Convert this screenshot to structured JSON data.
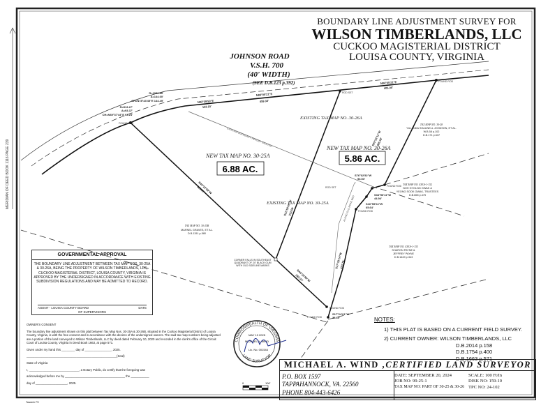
{
  "title": {
    "line1": "BOUNDARY LINE ADJUSTMENT SURVEY FOR",
    "line2": "WILSON TIMBERLANDS, LLC",
    "line3": "CUCKOO MAGISTERIAL DISTRICT",
    "line4": "LOUISA COUNTY, VIRGINIA"
  },
  "margin_note": "MERIDIAN OF DEED BOOK 1116 PAGE 239",
  "road": {
    "name": "JOHNSON ROAD",
    "route": "V.S.H. 700",
    "width": "(40' WIDTH)",
    "ref": "(SEE D.B.123 p.392)"
  },
  "curves": {
    "c1": [
      "R=1052.80'",
      "A=144.60'",
      "CH=N78°43'45\"E  144.49'"
    ],
    "c2": [
      "R=513.27'",
      "A=93.37'",
      "CH=N69°37'44\"E  93.24'"
    ]
  },
  "bearings": {
    "road1": "N82°39'50\"E",
    "road1_dist": "153.15'",
    "road2": "N84°05'21\"E",
    "road2_dist": "459.33'",
    "road3": "N84°05'21\"E",
    "road3_dist": "405.00'",
    "west": "N44°22'58\"W",
    "west_dist": "623.57'",
    "west2": "N44°22'58\"W",
    "west2_dist": "283.37'",
    "mid": "S21°50'45\"W",
    "mid_dist": "313.58'",
    "east": "S25°23'11\"W",
    "east_dist": "485.39'",
    "e1": "S76°02'52\"W",
    "e1_dist": "53.53'",
    "e2": "S34°56'11\"W",
    "e2_dist": "44.94'",
    "e3": "S16°59'04\"W",
    "e3_dist": "65.64'",
    "e4": "S17°33'14\"W",
    "e4_dist": "423.70'",
    "south": "S17°24'01\"W",
    "south_dist": "38.60'"
  },
  "labels": {
    "found_rod": "FOUND ROD",
    "rod_set": "ROD SET",
    "new_25a": "NEW TAX MAP NO. 30-25A",
    "acres_25a": "6.88 AC.",
    "new_26a": "NEW TAX MAP NO. 30-26A",
    "acres_26a": "5.86 AC.",
    "exist_26a": "EXISTING TAX MAP NO. 30-26A",
    "exist_25a": "EXISTING TAX MAP NO. 30-25A",
    "old_line": "EXISTING BOUNDARY HEREBY VACATED",
    "old_road": "ALONG OLD ROAD BED",
    "corner": [
      "CORNER FALLS IN SOUTHEAST",
      "QUADRANT OF 24\" BLACK GUM",
      "WITH OLD SIDELINE MARKS"
    ]
  },
  "adjoiners": [
    {
      "tm": "TAX MAP NO. 30-25B",
      "owner": "MARNEL GRAVES, ET AL.",
      "deed": "D.B.1151 p.580"
    },
    {
      "tm": "TAX MAP NO. 30-28",
      "owner": "YULANDA SHAUNELL JOHNSON, ET AL.",
      "deed": "W.B.58 p.102",
      "deed2": "D.B.171 p.637"
    },
    {
      "tm": "TAX MAP NO. 43EA-1-152",
      "owner": "NOH GYOLNG GWAK &",
      "owner2": "YEONG SOOK GWAK, TRUSTEES",
      "deed": "D.B.865 p.475"
    },
    {
      "tm": "TAX MAP NO. 43EA-1-153",
      "owner": "SHARON PAYNE &",
      "owner2": "JEFFREY PAYNE",
      "deed": "D.B.1649 p.343"
    }
  ],
  "approval": {
    "heading": "GOVERNMENTAL APPROVAL",
    "body": "THE BOUNDARY LINE ADJUSTMENT BETWEEN TAX MAP NOS. 30-25A & 30-26A, BEING THE PROPERTY OF WILSON TIMBERLANDS, LLC, CUCKOO MAGISTERIAL DISTRICT, LOUISA COUNTY, VIRGINIA IS APPROVED BY THE UNDERSIGNED IN ACCORDANCE WITH EXISTING SUBDIVISION REGULATIONS AND MAY BE ADMITTED TO RECORD.",
    "agent": "AGENT - LOUISA COUNTY BOARD",
    "agent2": "OF SUPERVISORS",
    "date": "DATE"
  },
  "consent": {
    "heading": "OWNER'S CONSENT",
    "body": "The boundary line adjustment shown on this plat between Tax Map Nos. 30-25A & 30-26B, situated in the Cuckoo Magisterial District of Louisa County, Virginia, is with the free consent and in accordance with the desires of the undersigned owners. The said tax map numbers being adjusted are a portion of the land conveyed to Wilson Timberlands, LLC by deed dated February 10, 2020 and recorded in the clerk's office of the Circuit Court of Louisa County, Virginia in Deed Book 1663, at page 571.",
    "given": "Given under my hand this ________ day of ________________, 2025.",
    "seal": "______________________________________________________(Seal)",
    "state": "State of Virginia",
    "notary": "I, ______________________________, a Notary Public, do certify that the foregoing was",
    "ack": "acknowledged before me by ____________________________________ the ___________",
    "dayof": "day of ___________________, 2025."
  },
  "stamp": {
    "top": "COMMONWEALTH OF VIRGINIA",
    "date": "MAY 19 2025",
    "name": "MICHAEL A. WIND",
    "lic": "Lic. No. 001544",
    "bottom": "LAND SURVEYOR"
  },
  "scale_bar": {
    "start": "0",
    "end": "100'"
  },
  "notes": {
    "heading": "NOTES:",
    "n1": "1) THIS PLAT IS BASED ON A CURRENT FIELD SURVEY.",
    "n2": "2) CURRENT OWNER: WILSON TIMBERLANDS, LLC",
    "deeds": [
      "D.B.2014 p.158",
      "D.B.1754 p.400",
      "D.B.1663 p.571"
    ]
  },
  "title_block": {
    "surveyor": "MICHAEL  A.  WIND ,",
    "cert": "CERTIFIED  LAND  SURVEYOR",
    "address": [
      "P.O. BOX 1597",
      "TAPPAHANNOCK, VA. 22560",
      "PHONE 804-443-6426"
    ],
    "date": "DATE:  SEPTEMBER 20, 2024",
    "scale": "SCALE:  100 Ft/In",
    "job": "JOB NO:  99-25-1",
    "disk": "DISK NO:  159-10",
    "taxmap": "TAX MAP NO:  PART OF 30-25 & 30-26",
    "tpc": "TPC NO:  24-102"
  },
  "footer": "Tawarrin PC"
}
